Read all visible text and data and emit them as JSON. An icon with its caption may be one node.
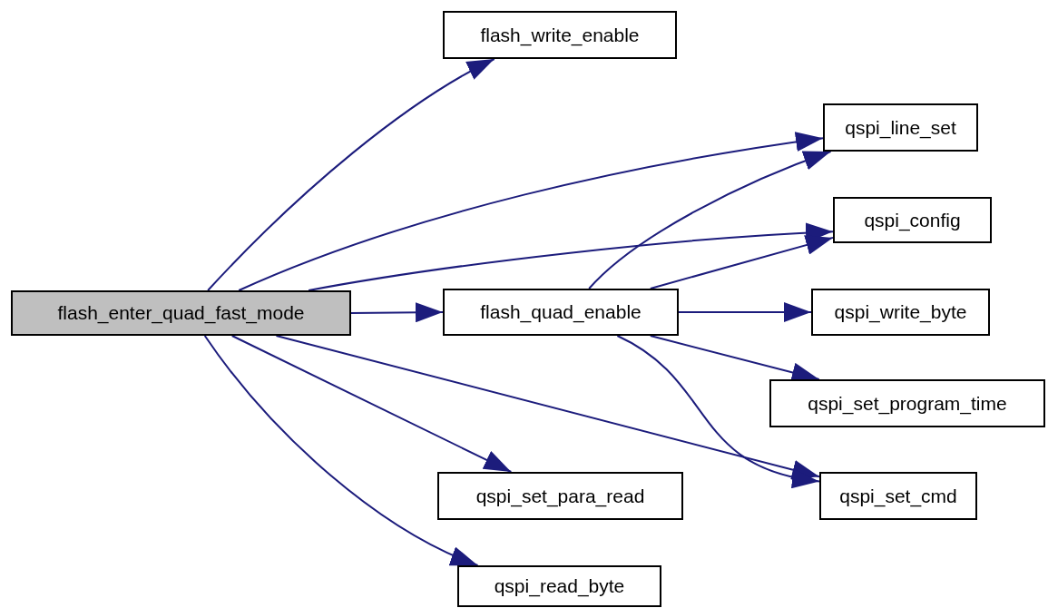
{
  "diagram": {
    "nodes": [
      {
        "text": [
          "flash_enter_quad_fast_mode"
        ]
      },
      {
        "text": [
          "flash_write_enable"
        ]
      },
      {
        "text": [
          "qspi_line_set"
        ]
      },
      {
        "text": [
          "qspi_config"
        ]
      },
      {
        "text": [
          "flash_quad_enable"
        ]
      },
      {
        "text": [
          "qspi_write_byte"
        ]
      },
      {
        "text": [
          "qspi_set_program_time"
        ]
      },
      {
        "text": [
          "qspi_set_para_read"
        ]
      },
      {
        "text": [
          "qspi_set_cmd"
        ]
      },
      {
        "text": [
          "qspi_read_byte"
        ]
      }
    ],
    "edges": [
      {
        "from": 0,
        "to": 1,
        "arrow": "to"
      },
      {
        "from": 0,
        "to": 2,
        "arrow": "to"
      },
      {
        "from": 0,
        "to": 3,
        "arrow": "to"
      },
      {
        "from": 0,
        "to": 4,
        "arrow": "to"
      },
      {
        "from": 4,
        "to": 2,
        "arrow": "to"
      },
      {
        "from": 4,
        "to": 3,
        "arrow": "to"
      },
      {
        "from": 4,
        "to": 5,
        "arrow": "to"
      },
      {
        "from": 4,
        "to": 6,
        "arrow": "to"
      },
      {
        "from": 0,
        "to": 8,
        "arrow": "to"
      },
      {
        "from": 4,
        "to": 8,
        "arrow": "to"
      },
      {
        "from": 0,
        "to": 7,
        "arrow": "to"
      },
      {
        "from": 0,
        "to": 9,
        "arrow": "to"
      }
    ]
  }
}
